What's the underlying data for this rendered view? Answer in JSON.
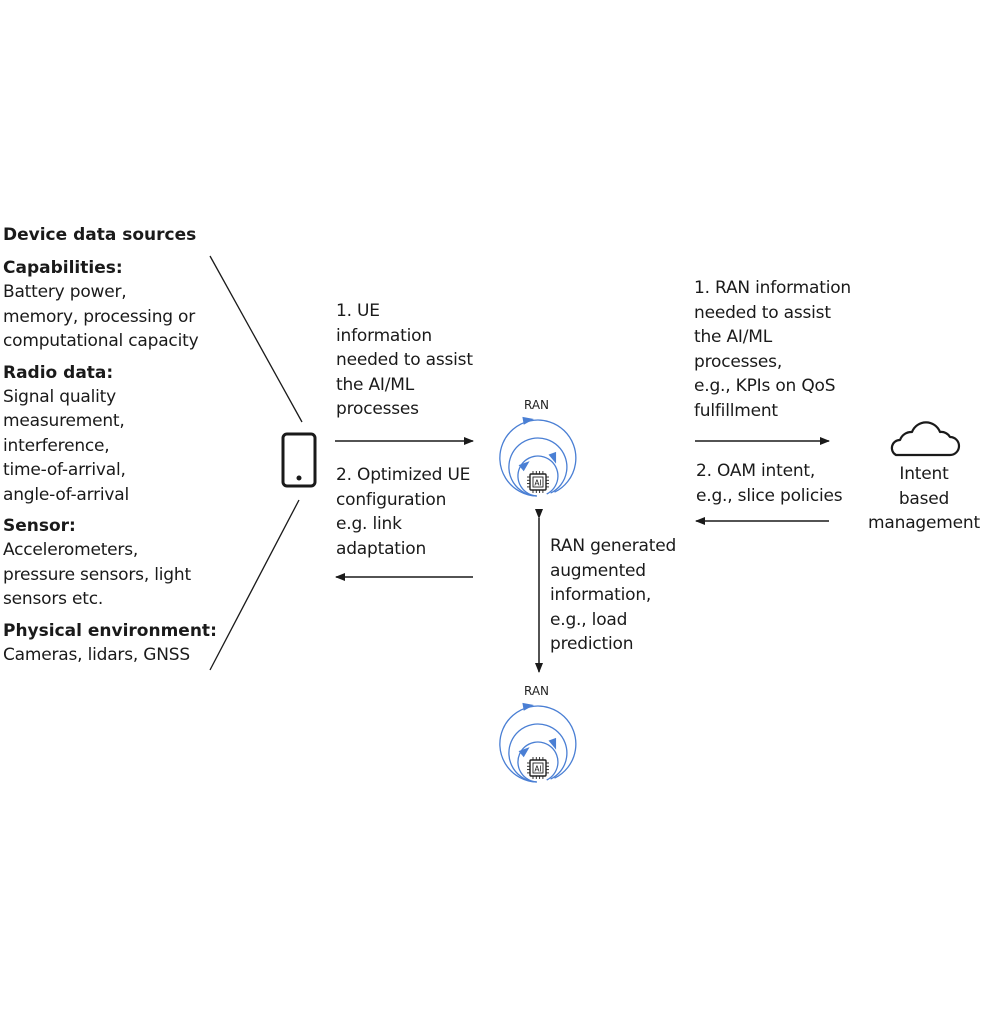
{
  "device_sources": {
    "title": "Device data sources",
    "sections": [
      {
        "heading": "Capabilities:",
        "body": "Battery power,\nmemory, processing or\ncomputational capacity"
      },
      {
        "heading": "Radio data:",
        "body": "Signal quality\nmeasurement,\ninterference,\ntime-of-arrival,\nangle-of-arrival"
      },
      {
        "heading": "Sensor:",
        "body": "Accelerometers,\npressure sensors, light\nsensors etc."
      },
      {
        "heading": "Physical environment:",
        "body": "Cameras, lidars, GNSS"
      }
    ]
  },
  "ue_link": {
    "uplink_label": "1. UE\ninformation\nneeded to assist\nthe AI/ML\nprocesses",
    "downlink_label": "2. Optimized UE\nconfiguration\ne.g. link\nadaptation"
  },
  "ran_nodes": [
    {
      "label": "RAN",
      "chip_label": "AI"
    },
    {
      "label": "RAN",
      "chip_label": "AI"
    }
  ],
  "ran_ran_link": {
    "label": "RAN generated\naugmented\ninformation,\ne.g., load\nprediction"
  },
  "oam_link": {
    "uplink_label": "1. RAN information\nneeded to assist\nthe AI/ML\nprocesses,\ne.g., KPIs on QoS\nfulfillment",
    "downlink_label": "2. OAM intent,\ne.g., slice policies"
  },
  "management": {
    "label": "Intent\nbased\nmanagement"
  },
  "colors": {
    "accent_blue": "#4a7fd4",
    "line": "#1a1a1a"
  }
}
